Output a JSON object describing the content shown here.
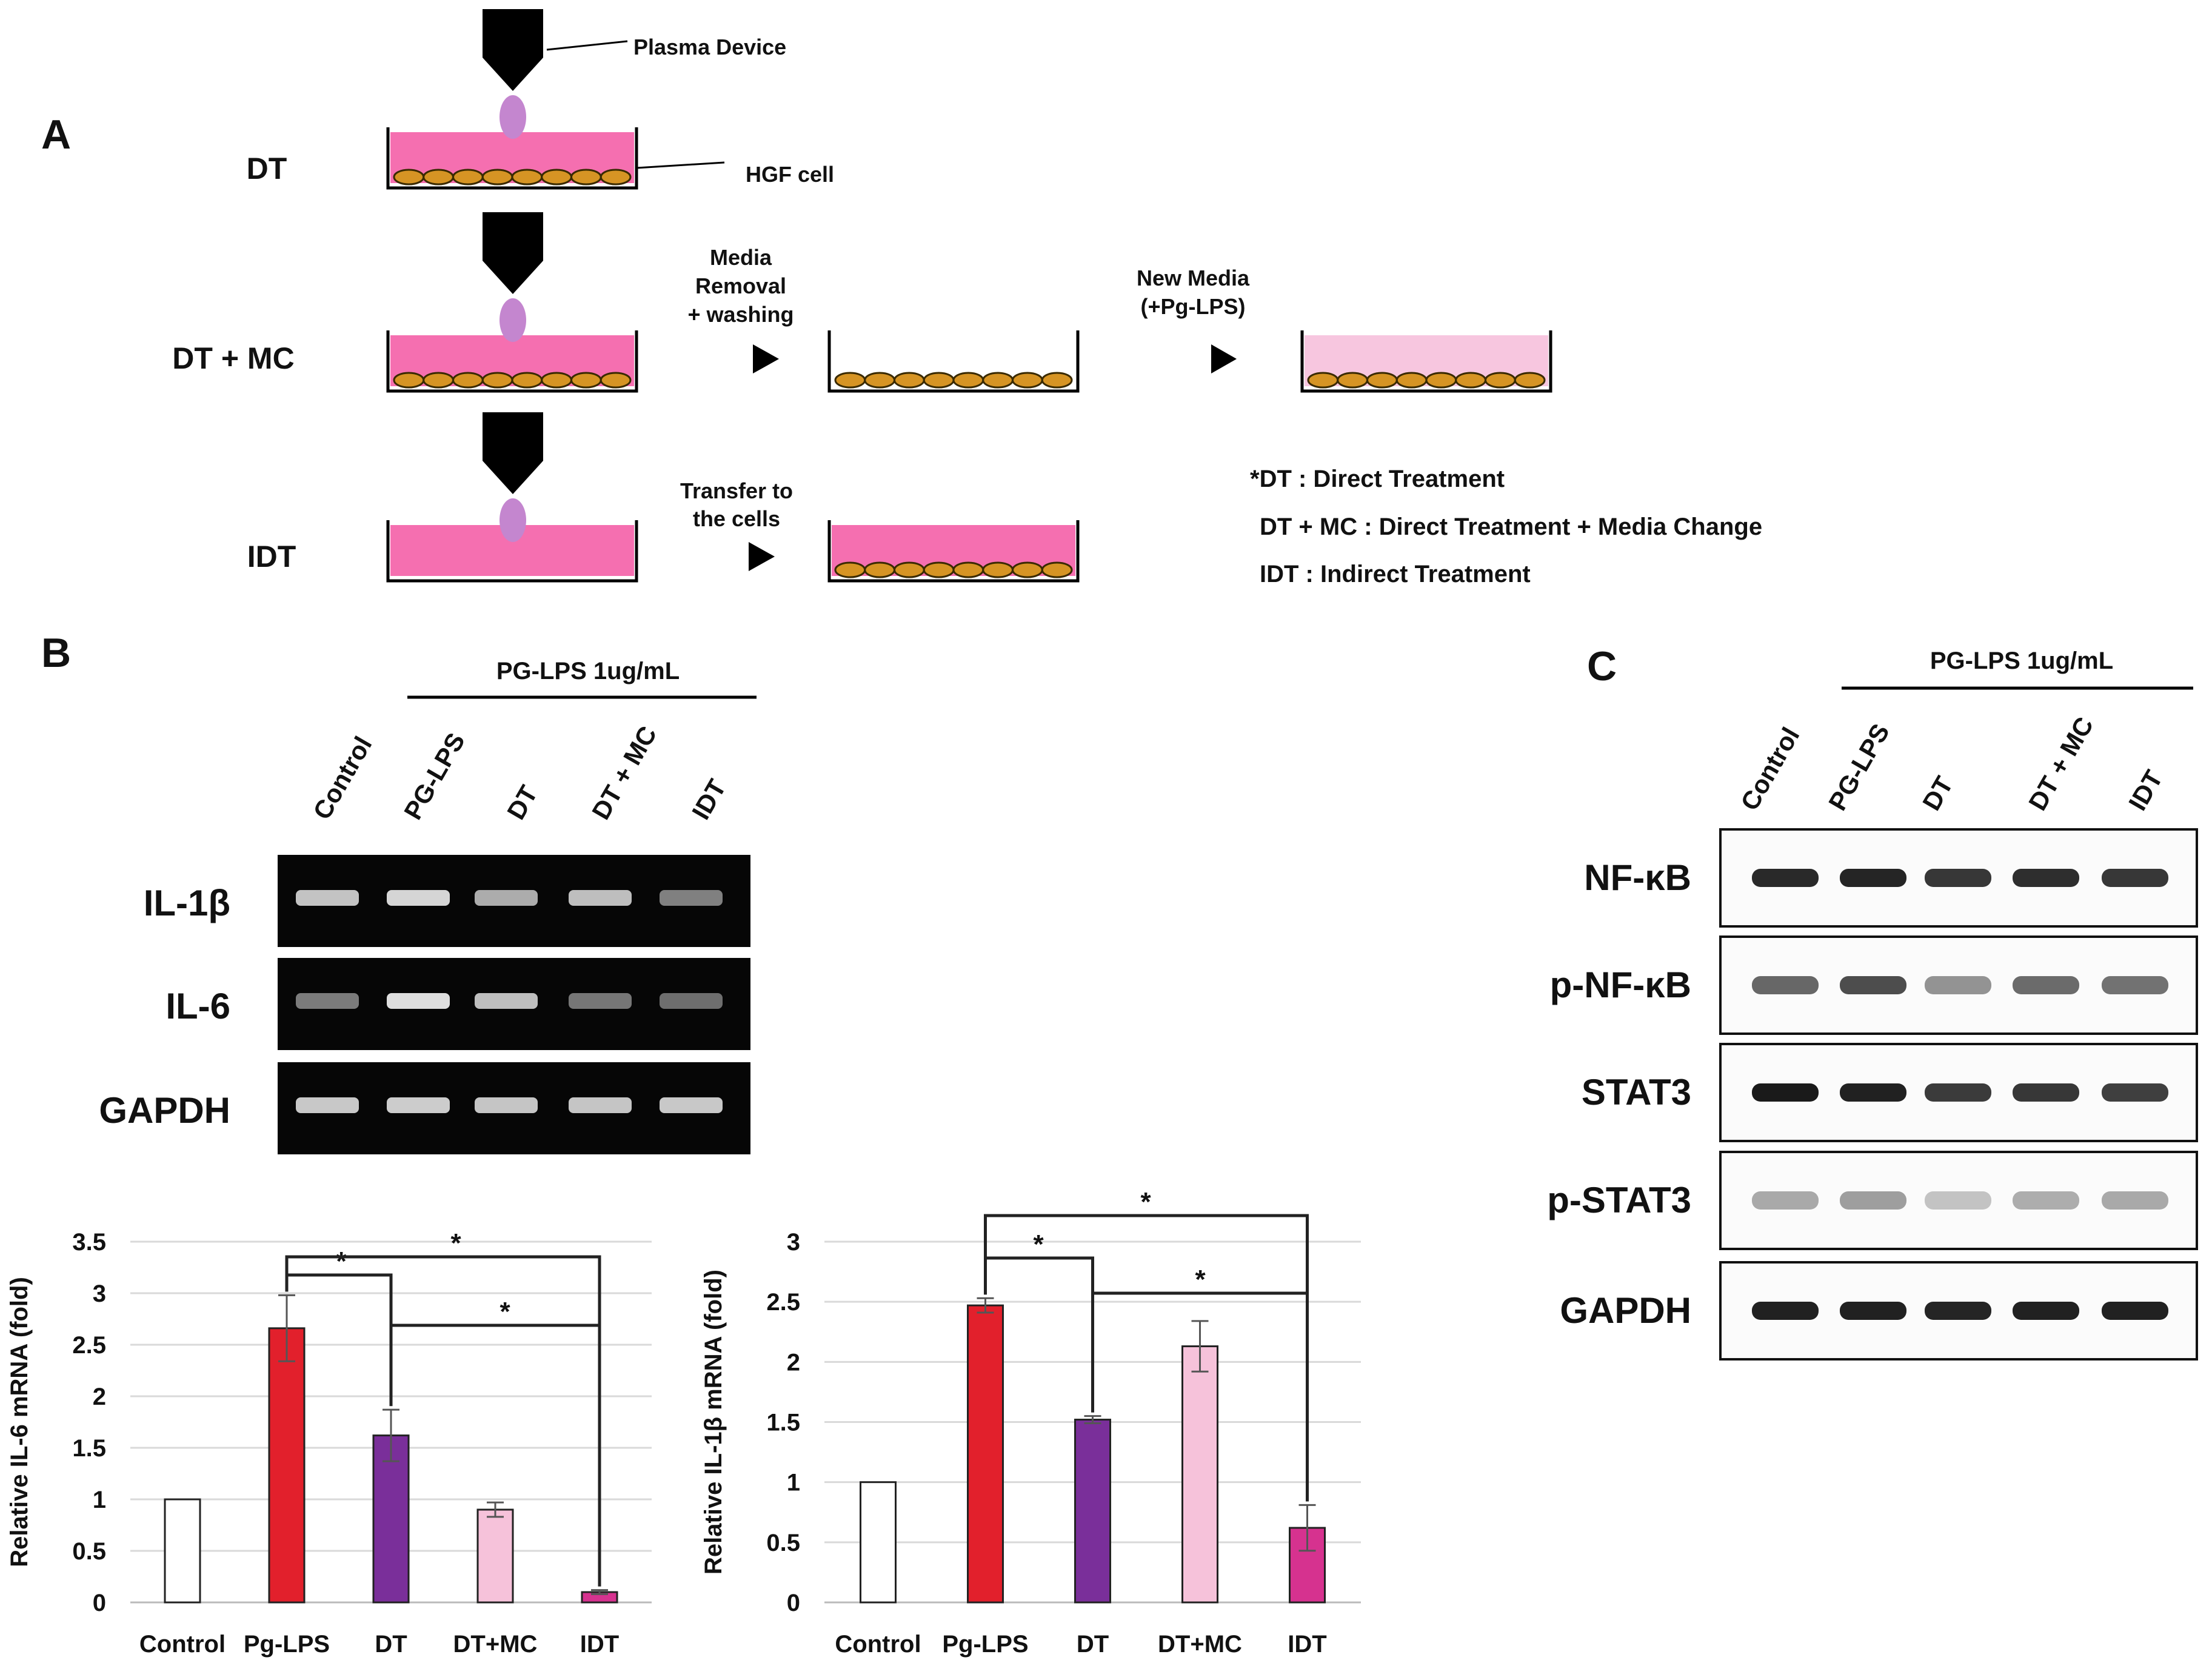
{
  "panel_a": {
    "letter": "A",
    "rows": {
      "dt": "DT",
      "dtmc": "DT + MC",
      "idt": "IDT"
    },
    "labels": {
      "plasma_device": "Plasma Device",
      "hgf_cell": "HGF cell",
      "media_removal": [
        "Media",
        "Removal",
        "+ washing"
      ],
      "new_media": [
        "New Media",
        "(+Pg-LPS)"
      ],
      "transfer": [
        "Transfer to",
        "the cells"
      ]
    },
    "legend": [
      "*DT : Direct Treatment",
      "DT + MC : Direct Treatment + Media Change",
      "IDT : Indirect Treatment"
    ],
    "colors": {
      "media": "#f56fb0",
      "media_light": "#f7c6df",
      "cell": "#d69424"
    }
  },
  "panel_b": {
    "letter": "B",
    "treatment_header": "PG-LPS 1ug/mL",
    "lanes": [
      "Control",
      "PG-LPS",
      "DT",
      "DT + MC",
      "IDT"
    ],
    "gel_rows": [
      "IL-1β",
      "IL-6",
      "GAPDH"
    ],
    "band_intensity": [
      [
        0.75,
        0.85,
        0.62,
        0.72,
        0.38
      ],
      [
        0.35,
        0.9,
        0.72,
        0.32,
        0.28
      ],
      [
        0.78,
        0.8,
        0.76,
        0.76,
        0.78
      ]
    ]
  },
  "panel_c": {
    "letter": "C",
    "treatment_header": "PG-LPS 1ug/mL",
    "lanes": [
      "Control",
      "PG-LPS",
      "DT",
      "DT + MC",
      "IDT"
    ],
    "blot_rows": [
      "NF-κB",
      "p-NF-κB",
      "STAT3",
      "p-STAT3",
      "GAPDH"
    ],
    "band_intensity": [
      [
        0.88,
        0.9,
        0.82,
        0.86,
        0.82
      ],
      [
        0.6,
        0.72,
        0.4,
        0.58,
        0.55
      ],
      [
        0.95,
        0.92,
        0.8,
        0.82,
        0.78
      ],
      [
        0.3,
        0.35,
        0.18,
        0.28,
        0.3
      ],
      [
        0.92,
        0.92,
        0.9,
        0.92,
        0.92
      ]
    ]
  },
  "chart_data": [
    {
      "type": "bar",
      "categories": [
        "Control",
        "Pg-LPS",
        "DT",
        "DT+MC",
        "IDT"
      ],
      "values": [
        1.0,
        2.66,
        1.62,
        0.9,
        0.1
      ],
      "errors": [
        0,
        0.32,
        0.25,
        0.07,
        0.02
      ],
      "colors": [
        "#ffffff",
        "#e2202c",
        "#7a2f9a",
        "#f6c2da",
        "#d6328f"
      ],
      "xlabel": "",
      "ylabel": "Relative IL-6 mRNA (fold)",
      "ylim": [
        0,
        3.5
      ],
      "yticks": [
        0,
        0.5,
        1,
        1.5,
        2,
        2.5,
        3,
        3.5
      ],
      "grid": true,
      "significance": [
        {
          "from": "Pg-LPS",
          "to": "DT",
          "label": "*"
        },
        {
          "from": "Pg-LPS",
          "to": "IDT",
          "label": "*"
        },
        {
          "from": "DT",
          "to": "IDT",
          "label": "*"
        }
      ]
    },
    {
      "type": "bar",
      "categories": [
        "Control",
        "Pg-LPS",
        "DT",
        "DT+MC",
        "IDT"
      ],
      "values": [
        1.0,
        2.47,
        1.52,
        2.13,
        0.62
      ],
      "errors": [
        0,
        0.06,
        0.03,
        0.21,
        0.19
      ],
      "colors": [
        "#ffffff",
        "#e2202c",
        "#7a2f9a",
        "#f6c2da",
        "#d6328f"
      ],
      "xlabel": "",
      "ylabel": "Relative IL-1β mRNA (fold)",
      "ylim": [
        0,
        3
      ],
      "yticks": [
        0,
        0.5,
        1,
        1.5,
        2,
        2.5,
        3
      ],
      "grid": true,
      "significance": [
        {
          "from": "Pg-LPS",
          "to": "DT",
          "label": "*"
        },
        {
          "from": "Pg-LPS",
          "to": "IDT",
          "label": "*"
        },
        {
          "from": "DT",
          "to": "IDT",
          "label": "*"
        }
      ]
    }
  ]
}
